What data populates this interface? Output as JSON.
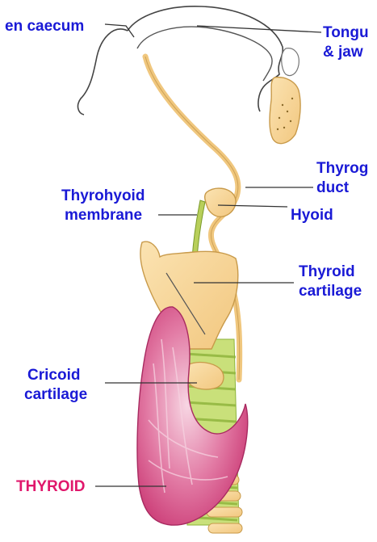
{
  "colors": {
    "label_blue": "#1a1ad6",
    "thyroid_label": "#e0186c",
    "leader": "#333333",
    "outline": "#444444",
    "bone_fill": "#f7d79a",
    "bone_stroke": "#c89a4a",
    "gland_fill": "#d6457f",
    "gland_highlight": "#f2c4d6",
    "trachea_fill": "#c9e07a",
    "trachea_ring": "#8cb33a"
  },
  "labels": {
    "foramen_caecum": "en caecum",
    "tongue_line1": "Tongu",
    "tongue_line2": "& jaw",
    "duct_line1": "Thyrog",
    "duct_line2": "duct",
    "thyrohyoid_line1": "Thyrohyoid",
    "thyrohyoid_line2": "membrane",
    "hyoid": "Hyoid",
    "thyroid_cart_line1": "Thyroid",
    "thyroid_cart_line2": "cartilage",
    "cricoid_line1": "Cricoid",
    "cricoid_line2": "cartilage",
    "thyroid_gland": "THYROID"
  }
}
